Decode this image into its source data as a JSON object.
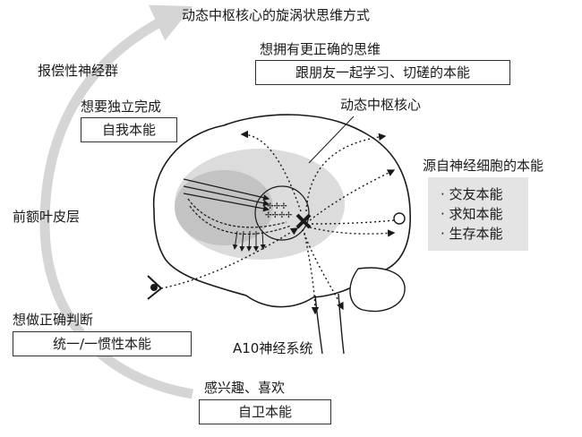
{
  "title": "动态中枢核心的旋涡状思维方式",
  "left_labels": {
    "reward": "报偿性神经群",
    "prefrontal": "前额叶皮层"
  },
  "top_group": {
    "heading": "想拥有更正确的思维",
    "box": "跟朋友一起学习、切磋的本能"
  },
  "upper_left_group": {
    "heading": "想要独立完成",
    "box": "自我本能"
  },
  "core_label": "动态中枢核心",
  "right_group": {
    "heading": "源自神经细胞的本能",
    "items": [
      "· 交友本能",
      "· 求知本能",
      "· 生存本能"
    ]
  },
  "lower_left_group": {
    "heading": "想做正确判断",
    "box": "统一/一惯性本能"
  },
  "a10_label": "A10神经系统",
  "bottom_group": {
    "heading": "感兴趣、喜欢",
    "box": "自卫本能"
  },
  "colors": {
    "arc": "#d5d5d5",
    "shade": "#dcdcdc",
    "shade_dark": "#bdbdbd",
    "line": "#1a1a1a",
    "box_fill": "#e4e4e4"
  },
  "icons": [
    "spiral-arrow",
    "eye-icon",
    "core-cross-icon",
    "small-circle-icon"
  ]
}
